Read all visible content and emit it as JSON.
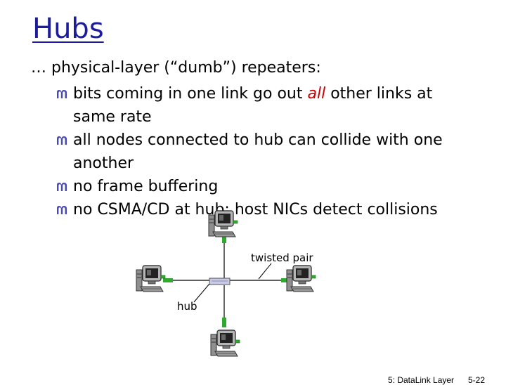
{
  "slide": {
    "title": "Hubs",
    "lead": "… physical-layer (“dumb”) repeaters:",
    "bullets": [
      {
        "before": "bits coming in one link go out ",
        "highlight": "all",
        "after": " other links at same rate"
      },
      {
        "before": "all nodes connected to hub can collide with one another",
        "highlight": "",
        "after": ""
      },
      {
        "before": "no frame buffering",
        "highlight": "",
        "after": ""
      },
      {
        "before": "no CSMA/CD at hub: host NICs detect collisions",
        "highlight": "",
        "after": ""
      }
    ],
    "highlight_color": "#cc0000",
    "title_color": "#1c1c9c"
  },
  "diagram": {
    "label_twisted_pair": "twisted pair",
    "label_hub": "hub",
    "hosts": [
      "top",
      "left",
      "right",
      "bottom"
    ]
  },
  "footer": {
    "chapter": "5: DataLink Layer",
    "page": "5-22"
  }
}
